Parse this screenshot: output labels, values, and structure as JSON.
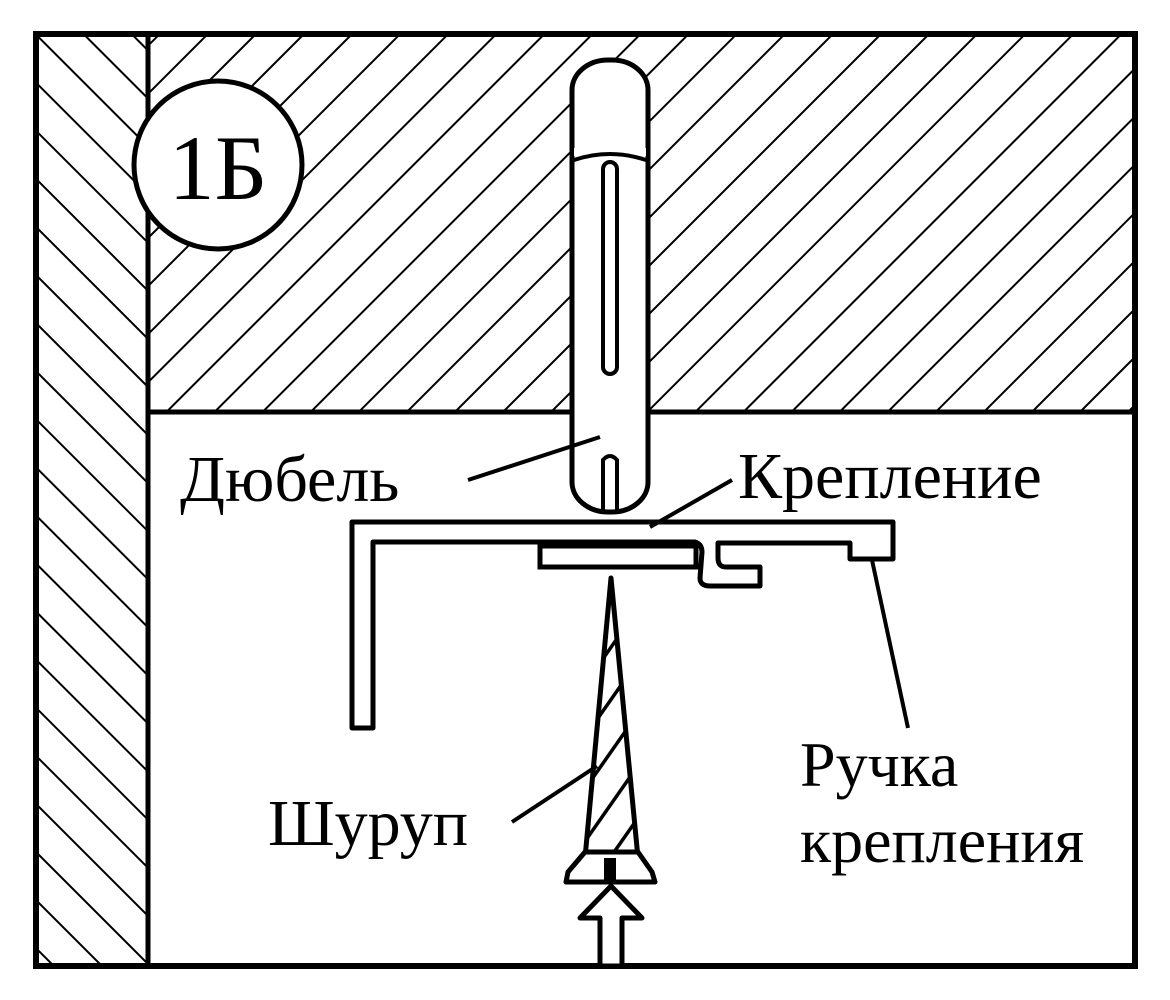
{
  "badge": {
    "text": "1Б"
  },
  "labels": {
    "dowel": "Дюбель",
    "bracket": "Крепление",
    "screw": "Шуруп",
    "handle_line1": "Ручка",
    "handle_line2": "крепления"
  },
  "colors": {
    "ink": "#000000",
    "paper": "#ffffff"
  }
}
